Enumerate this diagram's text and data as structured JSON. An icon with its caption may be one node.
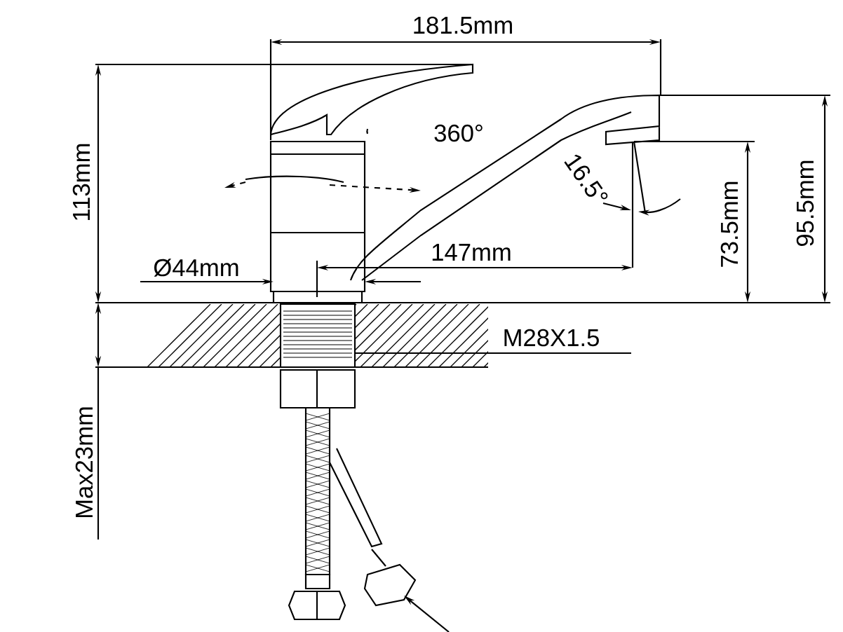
{
  "diagram": {
    "labels": [
      "181.5mm",
      "113mm",
      "360°",
      "16.5°",
      "73.5mm",
      "95.5mm",
      "147mm",
      "Ø44mm",
      "M28X1.5",
      "Max23mm"
    ]
  }
}
